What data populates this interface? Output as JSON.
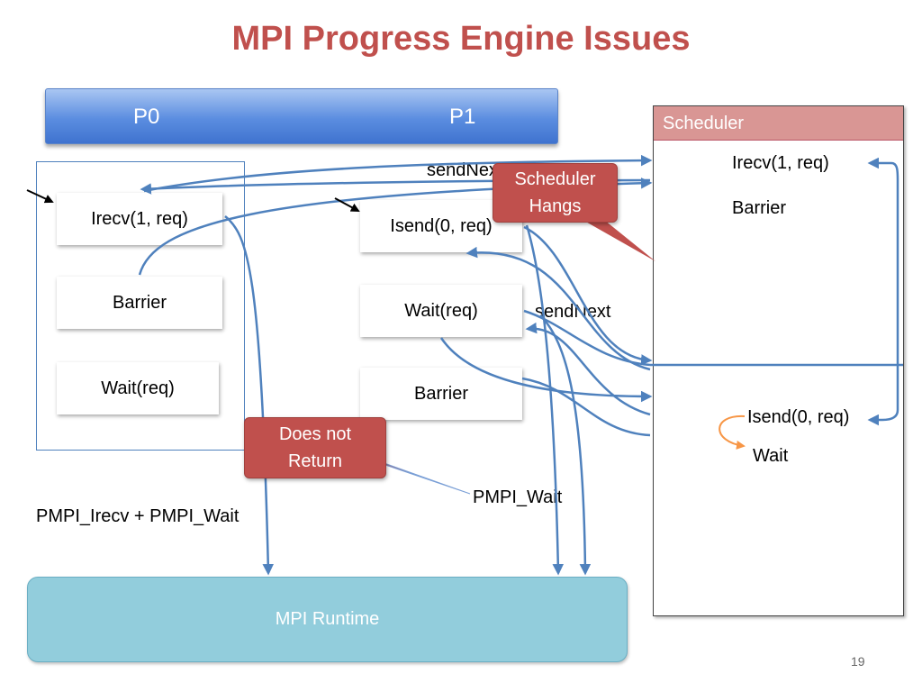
{
  "title": "MPI Progress Engine Issues",
  "processes": {
    "p0": "P0",
    "p1": "P1"
  },
  "p0_calls": [
    "Irecv(1, req)",
    "Barrier",
    "Wait(req)"
  ],
  "p1_calls": [
    "Isend(0, req)",
    "Wait(req)",
    "Barrier"
  ],
  "scheduler": {
    "title": "Scheduler",
    "items": [
      "Irecv(1, req)",
      "Barrier",
      "Isend(0, req)",
      "Wait"
    ]
  },
  "labels": {
    "send_next_top": "sendNext",
    "send_next_mid": "sendNext",
    "pmpi_irecv_wait": "PMPI_Irecv + PMPI_Wait",
    "pmpi_wait": "PMPI_Wait"
  },
  "callouts": {
    "scheduler_hangs": [
      "Scheduler",
      "Hangs"
    ],
    "does_not_return": [
      "Does not",
      "Return"
    ]
  },
  "runtime": "MPI Runtime",
  "page_number": "19",
  "colors": {
    "title": "#c0504d",
    "arrow": "#4f81bd",
    "callout": "#c0504d",
    "runtime": "#92cddc",
    "scheduler_header": "#d99694",
    "self_arrow": "#f79646"
  }
}
